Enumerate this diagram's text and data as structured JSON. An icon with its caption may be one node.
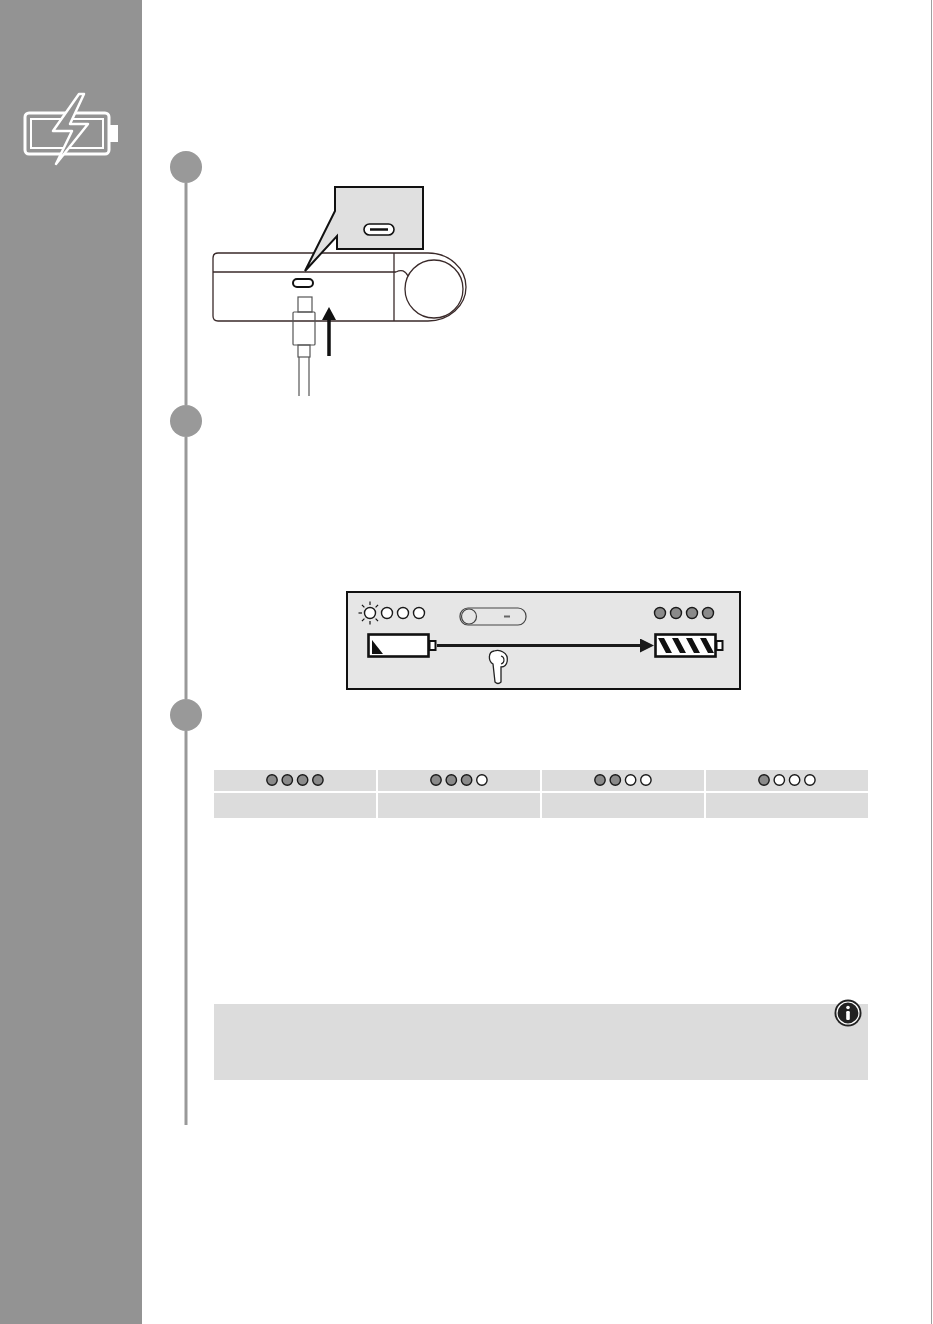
{
  "diagram": {
    "nodes": [
      {
        "text": [],
        "shape": "circle"
      },
      {
        "text": [],
        "shape": "circle"
      },
      {
        "text": [],
        "shape": "box"
      },
      {
        "text": [],
        "shape": "battery",
        "in": 2
      },
      {
        "text": [],
        "shape": "battery",
        "in": 2
      },
      {
        "text": [],
        "shape": "circle"
      }
    ],
    "edges": [
      {
        "from": 0,
        "to": 1,
        "arrow": "none"
      },
      {
        "from": 1,
        "to": 5,
        "arrow": "none"
      },
      {
        "from": 5,
        "to": null,
        "arrow": "none"
      },
      {
        "from": 3,
        "to": 4,
        "arrow": "to",
        "color": "#1a1a1a"
      }
    ]
  }
}
